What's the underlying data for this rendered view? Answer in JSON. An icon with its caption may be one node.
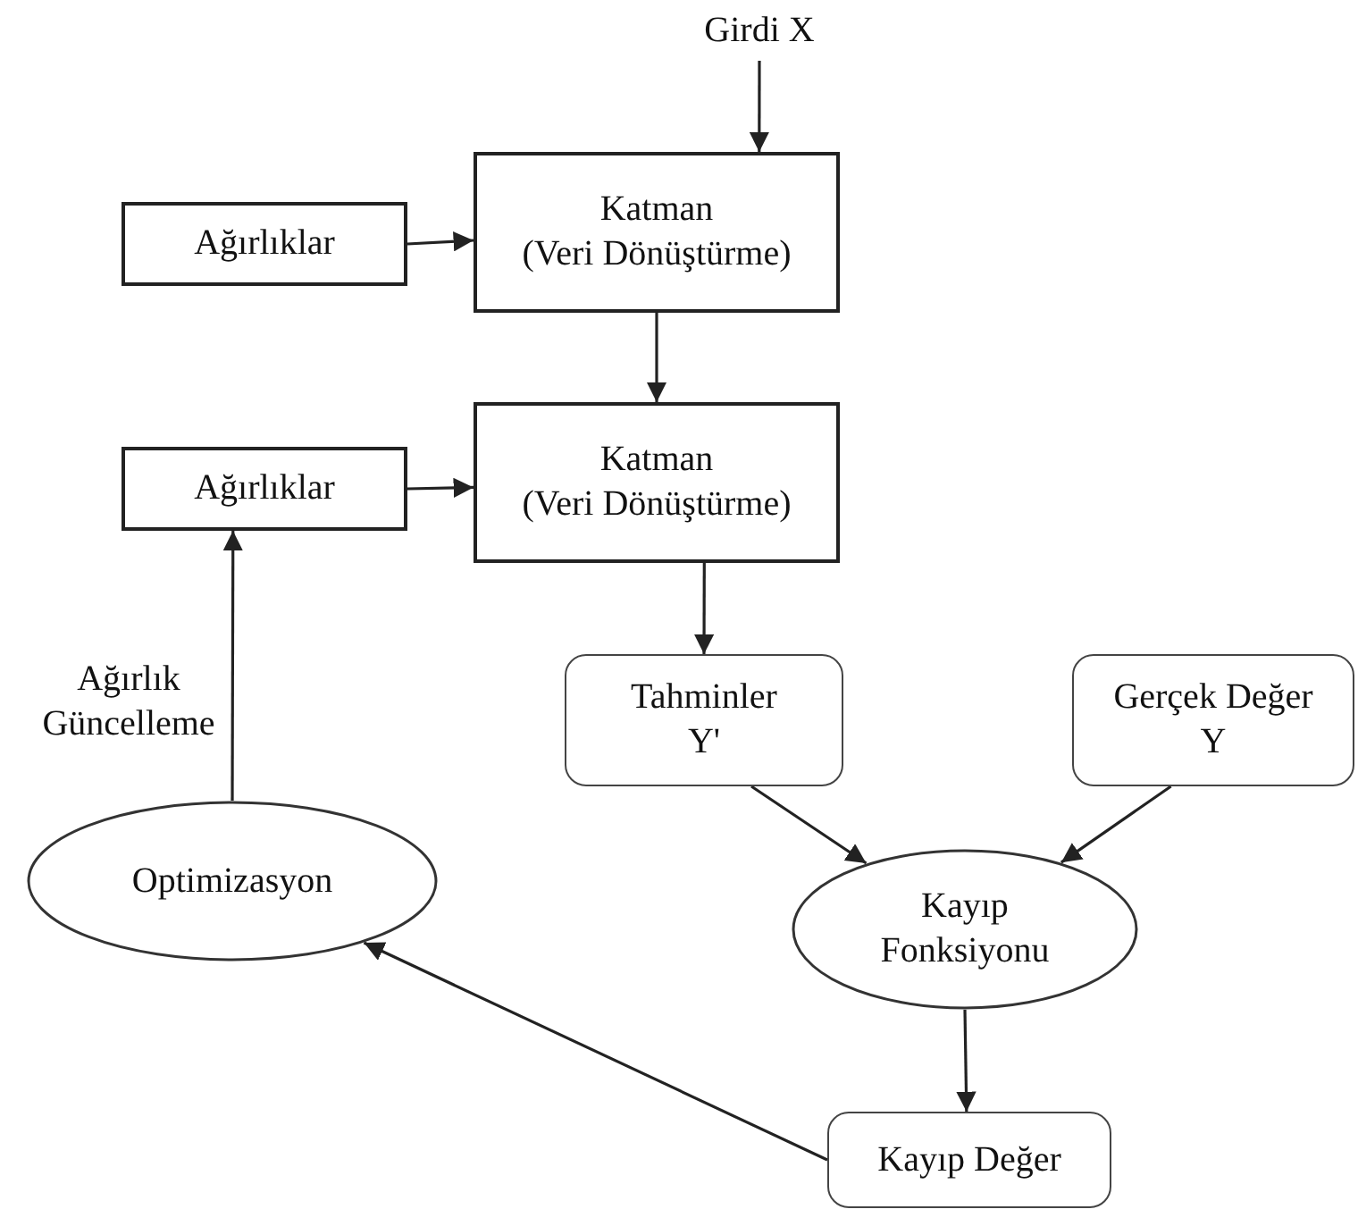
{
  "diagram": {
    "nodes": [
      {
        "text": [
          "Girdi X"
        ]
      },
      {
        "text": [
          "Katman",
          "(Veri Dönüştürme)"
        ]
      },
      {
        "text": [
          "Ağırlıklar"
        ]
      },
      {
        "text": [
          "Katman",
          "(Veri Dönüştürme)"
        ]
      },
      {
        "text": [
          "Ağırlıklar"
        ]
      },
      {
        "text": [
          "Tahminler",
          "Y'"
        ]
      },
      {
        "text": [
          "Gerçek Değer",
          "Y"
        ]
      },
      {
        "text": [
          "Kayıp Fonksiyonu"
        ]
      },
      {
        "text": [
          "Optimizasyon"
        ]
      },
      {
        "text": [
          "Kayıp Değer"
        ]
      }
    ],
    "edges": [
      {
        "from": 0,
        "to": 1,
        "arrow": "to"
      },
      {
        "from": 2,
        "to": 1,
        "arrow": "to"
      },
      {
        "from": 1,
        "to": 3,
        "arrow": "to"
      },
      {
        "from": 4,
        "to": 3,
        "arrow": "to"
      },
      {
        "from": 3,
        "to": 5,
        "arrow": "to"
      },
      {
        "from": 5,
        "to": 7,
        "arrow": "to"
      },
      {
        "from": 6,
        "to": 7,
        "arrow": "to"
      },
      {
        "from": 7,
        "to": 9,
        "arrow": "to"
      },
      {
        "from": 9,
        "to": 8,
        "arrow": "to"
      },
      {
        "from": 8,
        "to": 4,
        "arrow": "to",
        "label": "Ağırlık Güncelleme"
      }
    ]
  }
}
